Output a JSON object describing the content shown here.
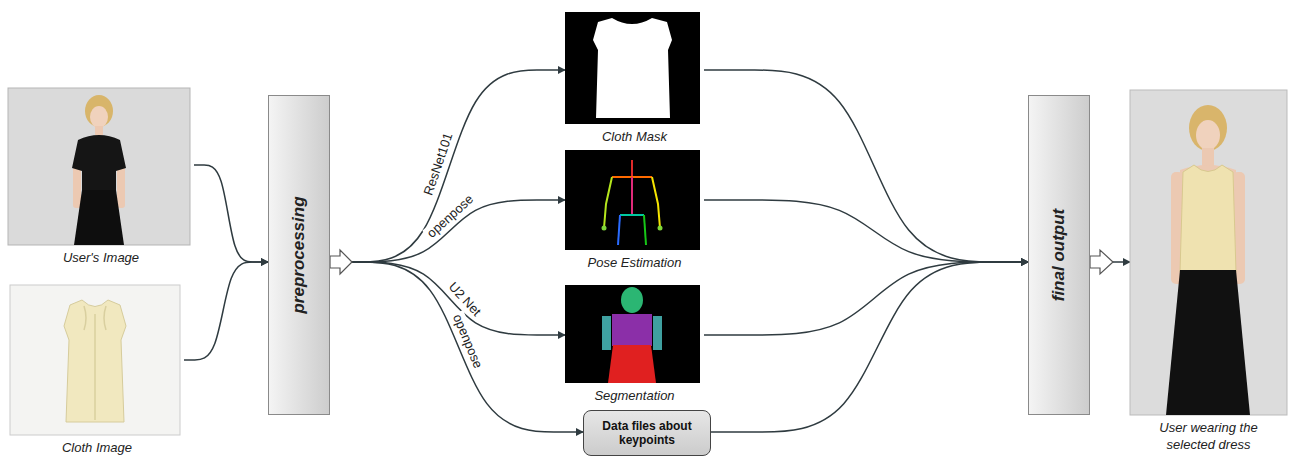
{
  "diagram": {
    "nodes": [
      {
        "text": [
          "User's Image"
        ]
      },
      {
        "text": [
          "Cloth Image"
        ]
      },
      {
        "text": [
          "preprocessing"
        ]
      },
      {
        "text": [
          "Cloth Mask"
        ]
      },
      {
        "text": [
          "Pose Estimation"
        ]
      },
      {
        "text": [
          "Segmentation"
        ]
      },
      {
        "text": [
          "Data files about keypoints"
        ]
      },
      {
        "text": [
          "final output"
        ]
      },
      {
        "text": [
          "User wearing the selected dress"
        ]
      }
    ],
    "edges": [
      {
        "from": 0,
        "to": 2,
        "arrow": "to"
      },
      {
        "from": 1,
        "to": 2,
        "arrow": "to"
      },
      {
        "from": 2,
        "to": 3,
        "label": "ResNet101",
        "arrow": "to"
      },
      {
        "from": 2,
        "to": 4,
        "label": "openpose",
        "arrow": "to"
      },
      {
        "from": 2,
        "to": 5,
        "label": "U2 Net",
        "arrow": "to"
      },
      {
        "from": 2,
        "to": 6,
        "label": "openpose",
        "arrow": "to"
      },
      {
        "from": 3,
        "to": 7,
        "arrow": "to"
      },
      {
        "from": 4,
        "to": 7,
        "arrow": "to"
      },
      {
        "from": 5,
        "to": 7,
        "arrow": "to"
      },
      {
        "from": 6,
        "to": 7,
        "arrow": "to"
      },
      {
        "from": 7,
        "to": 8,
        "arrow": "to"
      }
    ]
  }
}
